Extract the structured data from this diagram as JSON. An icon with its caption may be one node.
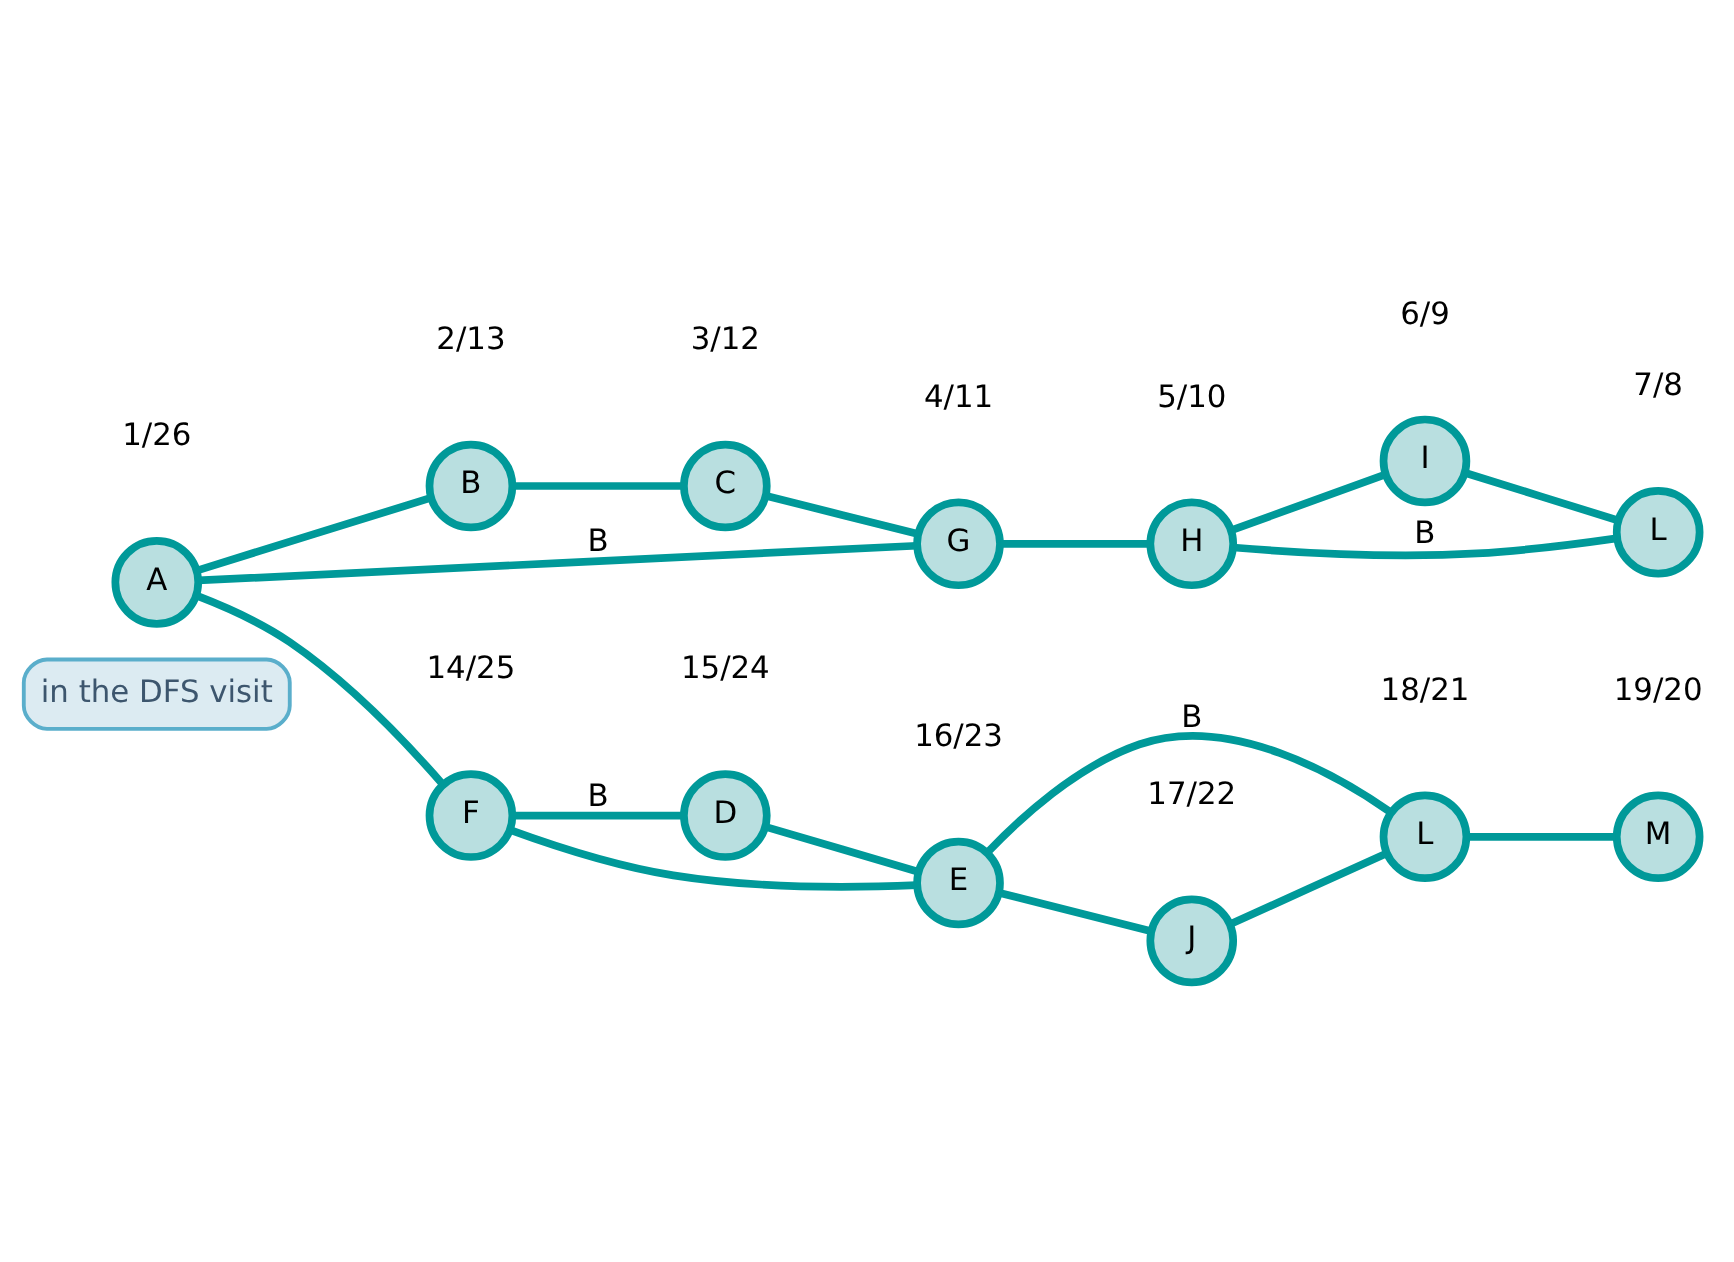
{
  "diagram": {
    "nodes": [
      {
        "text": [
          "in the DFS visit"
        ]
      },
      {
        "text": [
          "A"
        ],
        "beside": [
          "1/26"
        ]
      },
      {
        "text": [
          "B"
        ],
        "beside": [
          "2/13"
        ]
      },
      {
        "text": [
          "C"
        ],
        "beside": [
          "3/12"
        ]
      },
      {
        "text": [
          "G"
        ],
        "beside": [
          "4/11"
        ]
      },
      {
        "text": [
          "H"
        ],
        "beside": [
          "5/10"
        ]
      },
      {
        "text": [
          "I"
        ],
        "beside": [
          "6/9"
        ]
      },
      {
        "text": [
          "L"
        ],
        "beside": [
          "7/8"
        ]
      },
      {
        "text": [
          "D"
        ],
        "beside": [
          "15/24"
        ]
      },
      {
        "text": [
          "J"
        ],
        "beside": [
          "17/22"
        ]
      },
      {
        "text": [
          "F"
        ],
        "beside": [
          "14/25"
        ]
      },
      {
        "text": [
          "E"
        ],
        "beside": [
          "16/23"
        ]
      },
      {
        "text": [
          "L"
        ],
        "beside": [
          "18/21"
        ]
      },
      {
        "text": [
          "M"
        ],
        "beside": [
          "19/20"
        ]
      }
    ],
    "edges": [
      {
        "from": 1,
        "to": 4,
        "arrow": "none",
        "label": "B"
      },
      {
        "from": 1,
        "to": 2,
        "arrow": "none"
      },
      {
        "from": 1,
        "to": 10,
        "arrow": "none"
      },
      {
        "from": 2,
        "to": 3,
        "arrow": "none"
      },
      {
        "from": 3,
        "to": 4,
        "arrow": "none"
      },
      {
        "from": 4,
        "to": 5,
        "arrow": "none"
      },
      {
        "from": 5,
        "to": 6,
        "arrow": "none"
      },
      {
        "from": 6,
        "to": 7,
        "arrow": "none"
      },
      {
        "from": 5,
        "to": 7,
        "arrow": "none",
        "label": "B"
      },
      {
        "from": 10,
        "to": 8,
        "arrow": "none",
        "label": "B"
      },
      {
        "from": 10,
        "to": 11,
        "arrow": "none"
      },
      {
        "from": 8,
        "to": 11,
        "arrow": "none"
      },
      {
        "from": 11,
        "to": 9,
        "arrow": "none"
      },
      {
        "from": 9,
        "to": 12,
        "arrow": "none"
      },
      {
        "from": 11,
        "to": 12,
        "arrow": "none",
        "label": "B"
      },
      {
        "from": 12,
        "to": 13,
        "arrow": "none"
      }
    ]
  }
}
